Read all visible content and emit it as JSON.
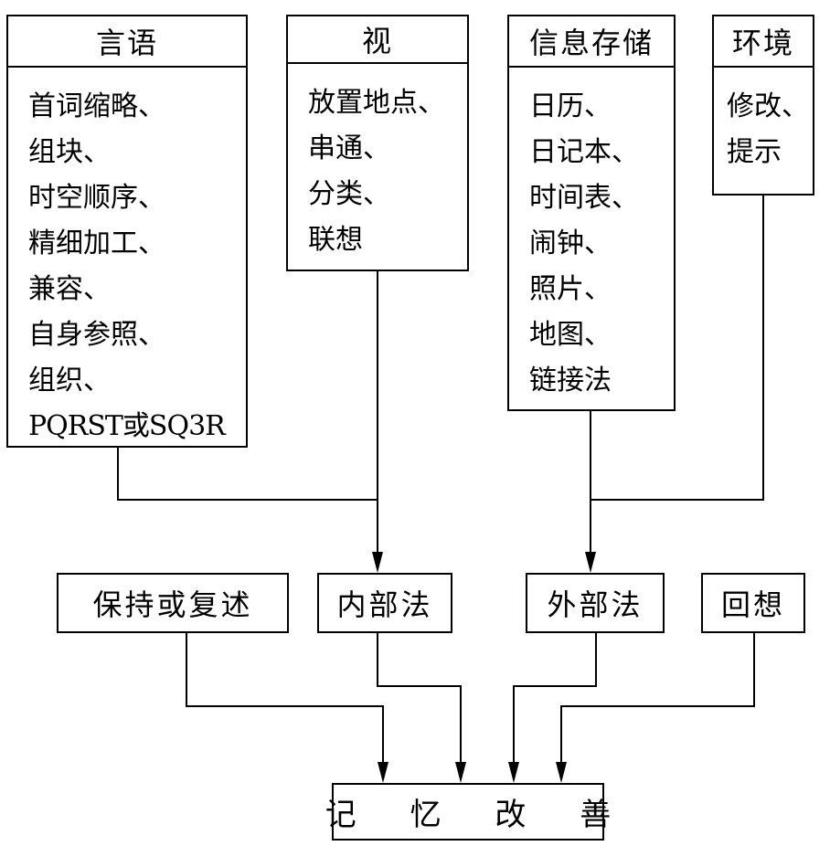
{
  "sources": {
    "language": {
      "title": "言语",
      "items": [
        "首词缩略、",
        "组块、",
        "时空顺序、",
        "精细加工、",
        "兼容、",
        "自身参照、",
        "组织、",
        "PQRST或SQ3R"
      ]
    },
    "visual": {
      "title": "视",
      "items": [
        "放置地点、",
        "串通、",
        "分类、",
        "联想"
      ]
    },
    "storage": {
      "title": "信息存储",
      "items": [
        "日历、",
        "日记本、",
        "时间表、",
        "闹钟、",
        "照片、",
        "地图、",
        "链接法"
      ]
    },
    "environment": {
      "title": "环境",
      "items": [
        "修改、",
        "提示"
      ]
    }
  },
  "methods": {
    "maintain": "保持或复述",
    "internal": "内部法",
    "external": "外部法",
    "recall": "回想"
  },
  "result": "记 忆 改 善"
}
